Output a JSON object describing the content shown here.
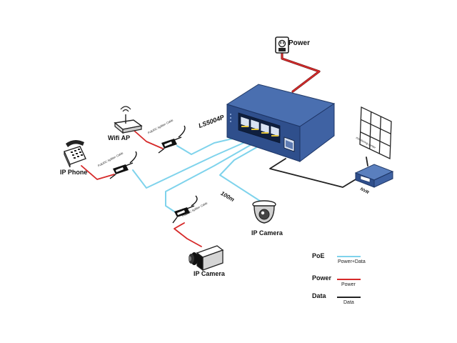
{
  "switch": {
    "model": "LS5004P"
  },
  "devices": {
    "power": "Power",
    "wifi_ap": "Wifi AP",
    "ip_phone": "IP Phone",
    "ip_camera_dome": "IP Camera",
    "ip_camera_box": "IP Camera",
    "nvr": "NVR",
    "monitor": "monitoring center"
  },
  "splitter_label": "PoE/DC Splitter Cable",
  "distance": "100m",
  "legend": [
    {
      "name": "PoE",
      "sub": "Power+Data",
      "color": "#7fd3ec"
    },
    {
      "name": "Power",
      "sub": "Power",
      "color": "#d62a2a"
    },
    {
      "name": "Data",
      "sub": "Data",
      "color": "#222222"
    }
  ],
  "colors": {
    "poe": "#7fd3ec",
    "power": "#d62a2a",
    "data": "#222222",
    "switch_top": "#4a6fb0",
    "switch_front": "#2f4f8c"
  }
}
